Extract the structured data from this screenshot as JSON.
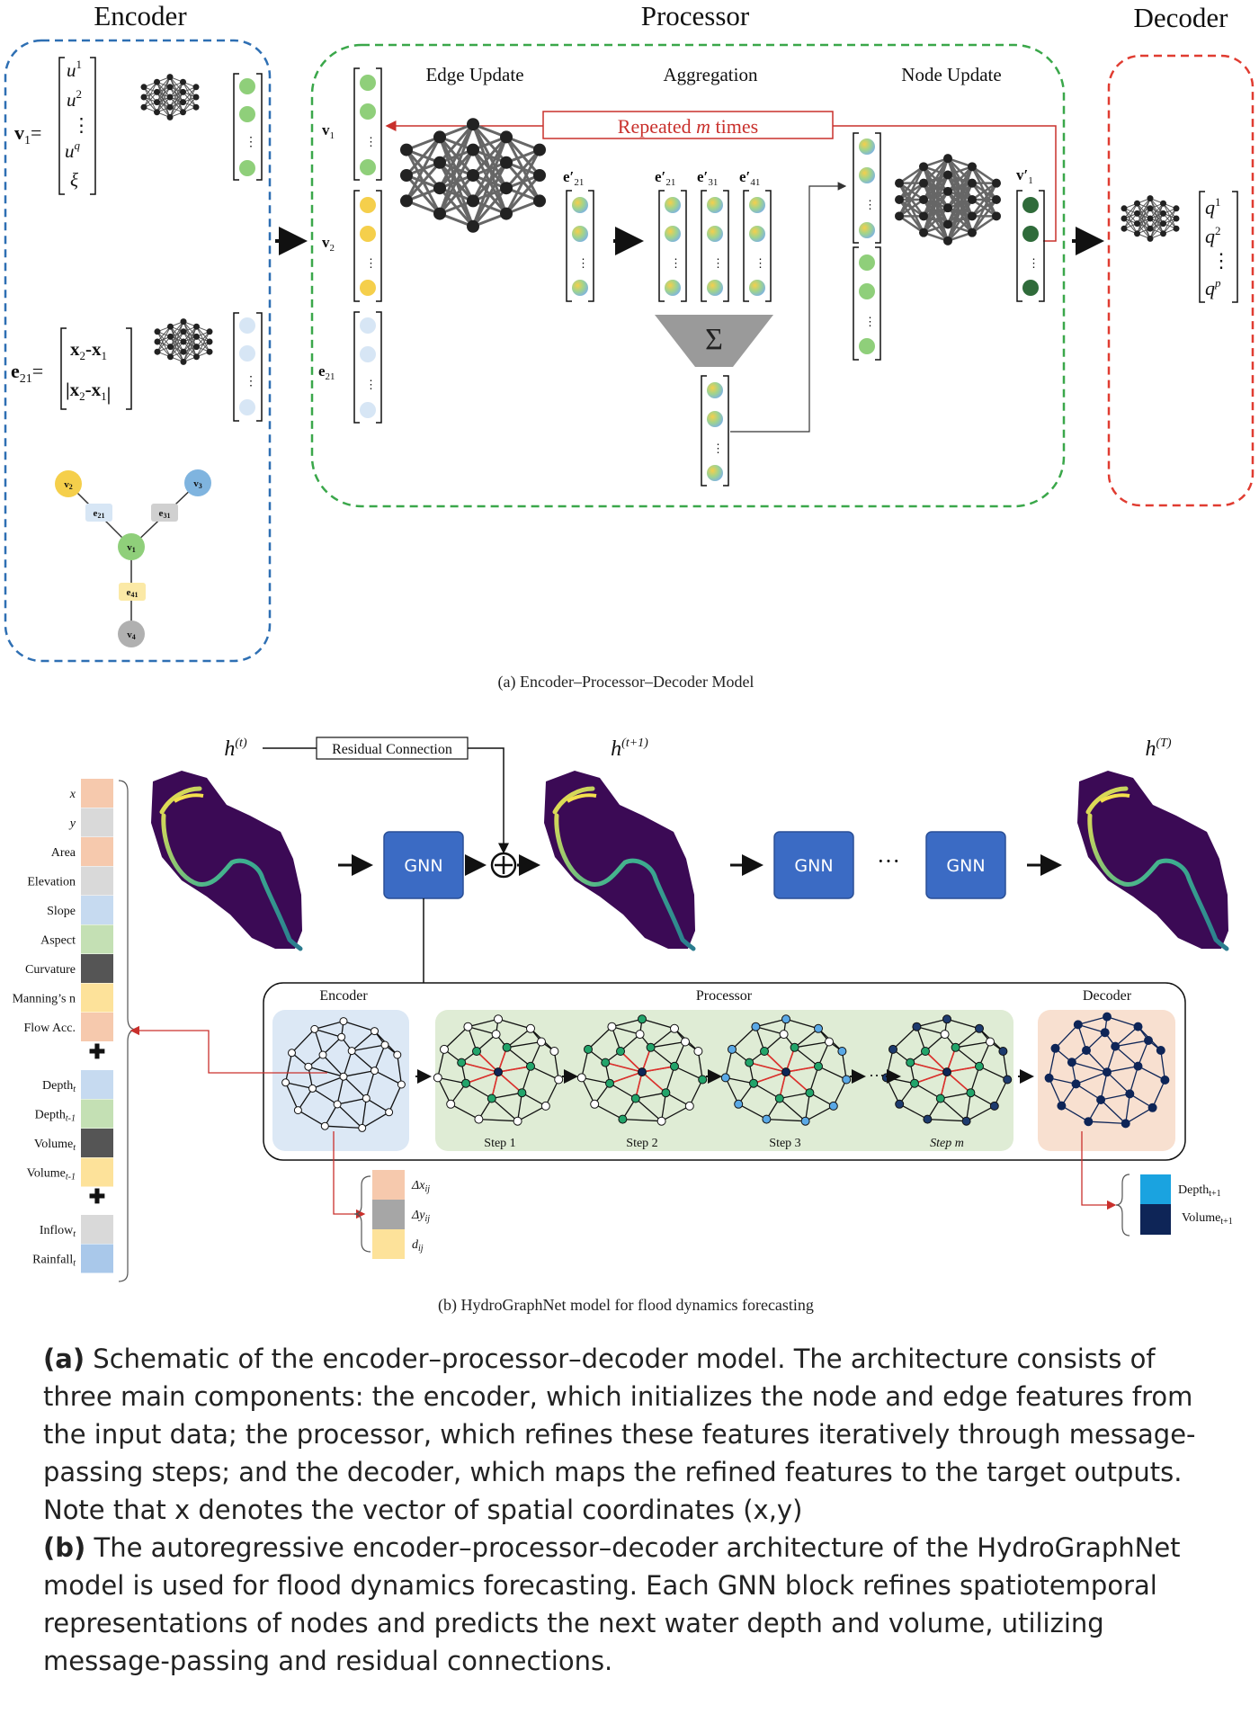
{
  "part_a": {
    "encoder_title": "Encoder",
    "processor_title": "Processor",
    "decoder_title": "Decoder",
    "edge_update": "Edge Update",
    "aggregation": "Aggregation",
    "node_update": "Node Update",
    "repeated_prefix": "Repeated",
    "repeated_m": "m",
    "repeated_suffix": "times",
    "subcaption": "(a) Encoder–Processor–Decoder Model",
    "sum_symbol": "Σ",
    "v1_formula": "v1=",
    "v1_entries": [
      "u1",
      "u2",
      "⋮",
      "uq",
      "ξ"
    ],
    "e21_formula": "e21=",
    "e21_entries": [
      "x2-x1",
      "|x2-x1|"
    ],
    "output_entries": [
      "q1",
      "q2",
      "⋮",
      "qp"
    ],
    "graph_nodes": [
      "v2",
      "v3",
      "v1",
      "v4"
    ],
    "graph_edges": [
      "e21",
      "e31",
      "e41"
    ],
    "row_labels": [
      "v1",
      "v2",
      "e21"
    ],
    "edge_msg_labels": [
      "e′21",
      "e′21",
      "e′31",
      "e′41"
    ],
    "v1_prime": "v′1",
    "colors": {
      "encoder_border": "#2e6fb3",
      "processor_border": "#3aa74a",
      "decoder_border": "#e03c31",
      "repeated": "#c9302c",
      "green_node": "#8fcf7a",
      "yellow_node": "#f5cf4b",
      "light_blue": "#d7e6f5",
      "dark_green": "#2f6b3a"
    }
  },
  "part_b": {
    "h_t": "h(t)",
    "h_t1": "h(t+1)",
    "h_T": "h(T)",
    "residual": "Residual Connection",
    "gnn": "GNN",
    "ellipsis": "···",
    "panel_encoder": "Encoder",
    "panel_processor": "Processor",
    "panel_decoder": "Decoder",
    "steps": [
      "Step 1",
      "Step 2",
      "Step 3",
      "Step m"
    ],
    "features_group1": [
      "x",
      "y",
      "Area",
      "Elevation",
      "Slope",
      "Aspect",
      "Curvature",
      "Manning’s n",
      "Flow Acc."
    ],
    "features_group2": [
      "Depth_t",
      "Depth_t-1",
      "Volume_t",
      "Volume_t-1"
    ],
    "features_group3": [
      "Inflow_t",
      "Rainfall_t"
    ],
    "edge_features": [
      "Δx_ij",
      "Δy_ij",
      "d_ij"
    ],
    "outputs": [
      "Depth_t+1",
      "Volume_t+1"
    ],
    "subcaption": "(b) HydroGraphNet model for flood dynamics forecasting"
  },
  "caption": {
    "a_label": "(a)",
    "a_text": "Schematic of the encoder–processor–decoder model. The architecture consists of three main components: the encoder, which initializes the node and edge features from the input data; the processor, which refines these features iteratively through message-passing steps; and the decoder, which maps the refined features to the target outputs. Note that x denotes the vector of spatial coordinates (x,y)",
    "b_label": "(b)",
    "b_text": "The autoregressive encoder–processor–decoder architecture of the HydroGraphNet model is used for flood dynamics forecasting. Each GNN block refines spatiotemporal representations of nodes and predicts the next water depth and volume, utilizing message-passing and residual connections."
  }
}
